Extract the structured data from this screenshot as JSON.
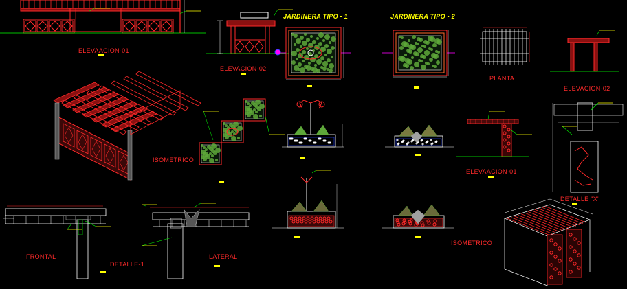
{
  "colors": {
    "background": "#000000",
    "red": "#ff2a2a",
    "dark_red": "#8a1010",
    "yellow": "#ffff00",
    "green": "#00ff00",
    "cyan": "#00ffff",
    "blue": "#2040ff",
    "white": "#ffffff",
    "magenta": "#ff00ff",
    "gray": "#a0a0a0",
    "plant_green": "#5ea83a"
  },
  "labels": {
    "elevacion_01_left": "ELEVAACION-01",
    "elevacion_02_mid": "ELEVACION-02",
    "jardinera_1": "JARDINERA TIPO - 1",
    "jardinera_2": "JARDINERA TIPO - 2",
    "planta": "PLANTA",
    "elevacion_02_right": "ELEVACION-02",
    "isometrico_left": "ISOMETRICO",
    "elevaacion_01_right": "ELEVAACION-01",
    "detalle_x": "DETALLE \"X\"",
    "frontal": "FRONTAL",
    "detalle_1": "DETALLE-1",
    "lateral": "LATERAL",
    "isometrico_right": "ISOMETRICO"
  }
}
